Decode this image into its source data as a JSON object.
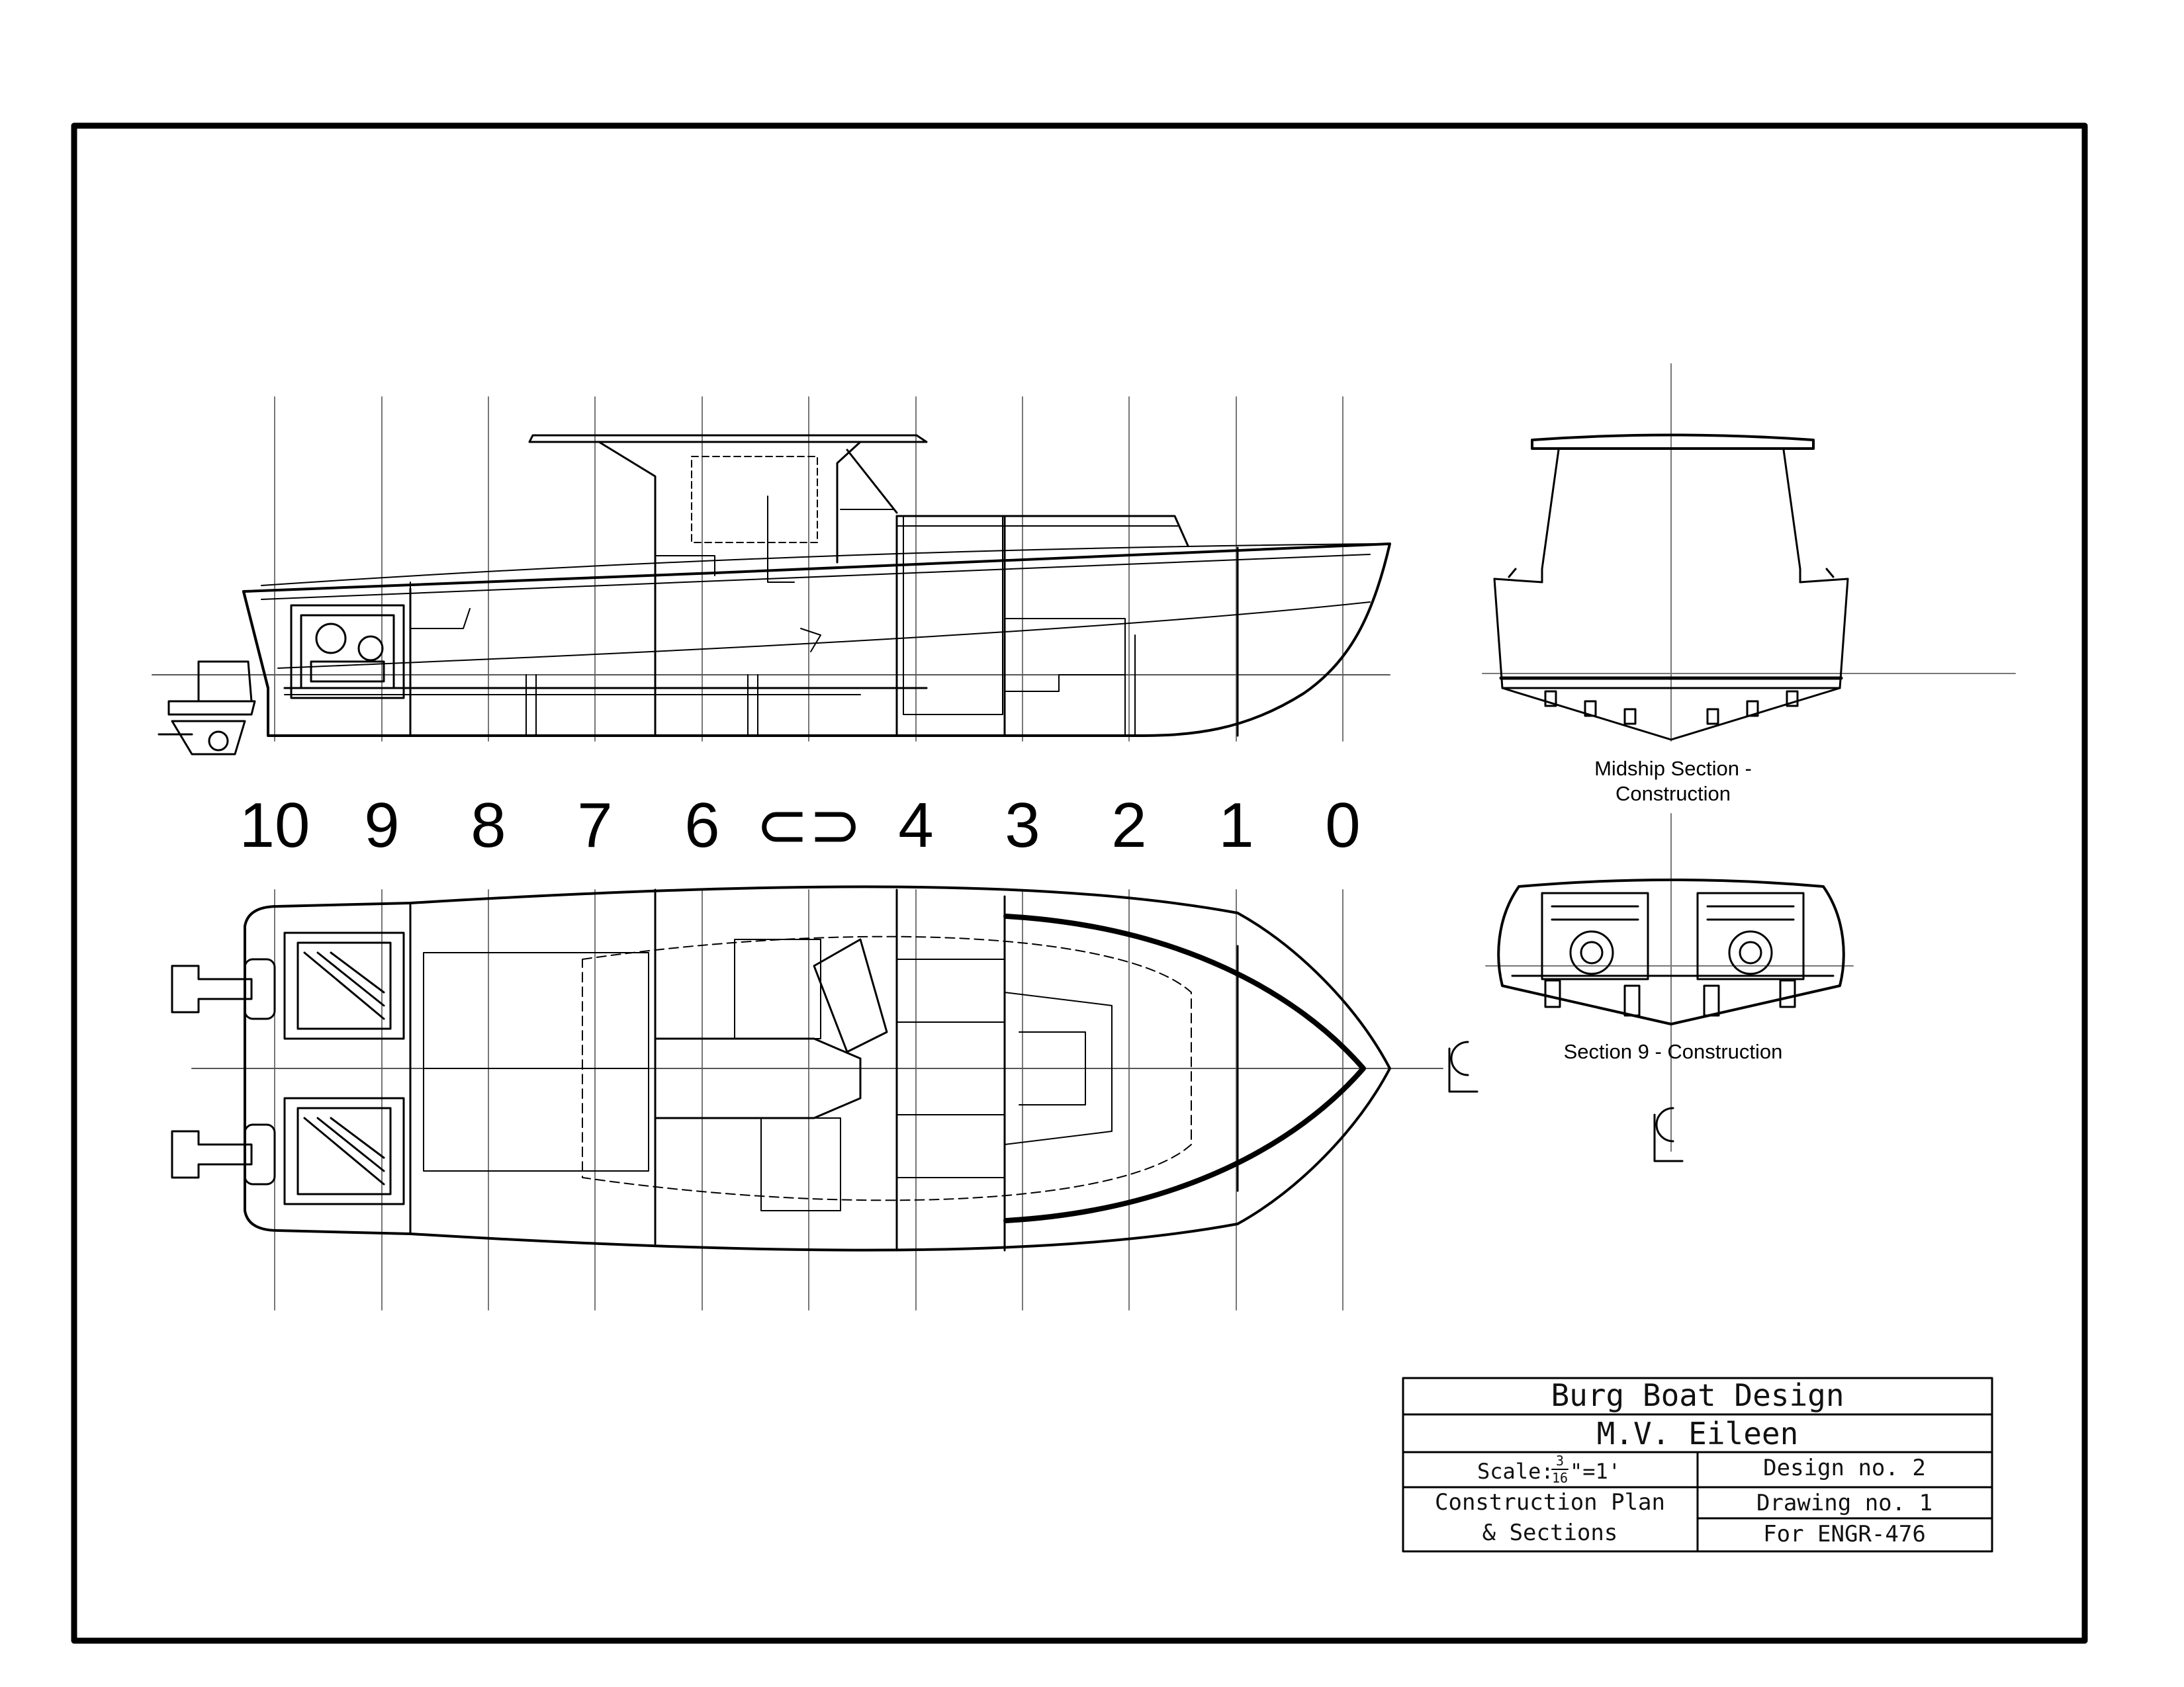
{
  "station_labels": [
    "10",
    "9",
    "8",
    "7",
    "6",
    "⊂⊃",
    "4",
    "3",
    "2",
    "1",
    "0"
  ],
  "section_labels": {
    "midship_line1": "Midship Section -",
    "midship_line2": "Construction",
    "section9": "Section 9 - Construction"
  },
  "centerline_symbol": "CL",
  "title_block": {
    "company": "Burg Boat Design",
    "vessel": "M.V. Eileen",
    "scale_prefix": "Scale:",
    "scale_num": "3",
    "scale_den": "16",
    "scale_suffix": "\"=1'",
    "design_no": "Design no. 2",
    "plan_line1": "Construction Plan",
    "plan_line2": "& Sections",
    "drawing_no": "Drawing no. 1",
    "course": "For ENGR-476"
  },
  "colors": {
    "ink": "#000000",
    "paper": "#ffffff"
  }
}
